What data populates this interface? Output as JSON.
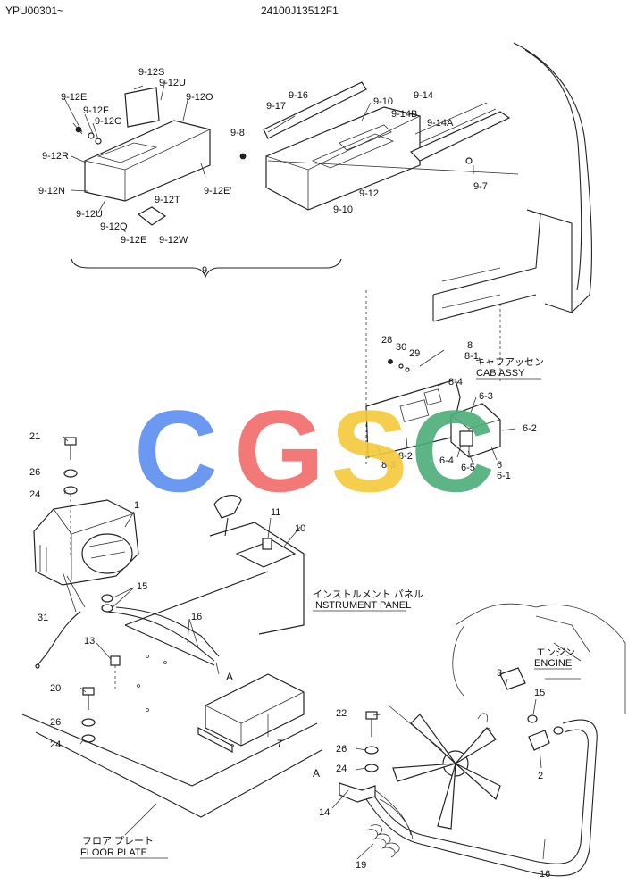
{
  "header": {
    "left": "YPU00301~",
    "center": "24100J13512F1"
  },
  "watermark": {
    "letters": [
      "C",
      "G",
      "S",
      "C"
    ],
    "colors": [
      "#5b8ef0",
      "#f26b6b",
      "#f5c93a",
      "#4cae7a"
    ]
  },
  "labels": {
    "p9_12S": "9-12S",
    "p9_12U_top": "9-12U",
    "p9_12O_top": "9-12O",
    "p9_12E_top": "9-12E",
    "p9_12F": "9-12F",
    "p9_12G": "9-12G",
    "p9_12R": "9-12R",
    "p9_12N": "9-12N",
    "p9_12U_bot": "9-12U",
    "p9_12Q": "9-12Q",
    "p9_12E_bot": "9-12E",
    "p9_12W": "9-12W",
    "p9_12T": "9-12T",
    "p9_12E_prime": "9-12E'",
    "p9": "9",
    "p9_16": "9-16",
    "p9_17": "9-17",
    "p9_8": "9-8",
    "p9_10_top": "9-10",
    "p9_14B": "9-14B",
    "p9_14": "9-14",
    "p9_14A": "9-14A",
    "p9_12": "9-12",
    "p9_10_bot": "9-10",
    "p9_7": "9-7",
    "p28": "28",
    "p30": "30",
    "p29": "29",
    "p8": "8",
    "p8_1": "8-1",
    "p8_4": "8-4",
    "p6_3": "6-3",
    "p6_2": "6-2",
    "p8_2": "8-2",
    "p8_3": "8-3",
    "p6_4": "6-4",
    "p6_5": "6-5",
    "p6": "6",
    "p6_1": "6-1",
    "cab_jp": "キャフアッセン",
    "cab_en": "CAB ASSY",
    "p21": "21",
    "p26_a": "26",
    "p24_a": "24",
    "p1": "1",
    "p11": "11",
    "p10": "10",
    "p15_a": "15",
    "p16_a": "16",
    "panel_jp": "インストルメント パネル",
    "panel_en": "INSTRUMENT PANEL",
    "p31": "31",
    "p13": "13",
    "A_top": "A",
    "p20": "20",
    "p26_b": "26",
    "p24_b": "24",
    "p7": "7",
    "engine_jp": "エンジン",
    "engine_en": "ENGINE",
    "p3": "3",
    "p15_b": "15",
    "p2": "2",
    "p22": "22",
    "p26_c": "26",
    "p24_c": "24",
    "A_bot": "A",
    "p14": "14",
    "p19": "19",
    "p16_b": "16",
    "floor_jp": "フロア プレート",
    "floor_en": "FLOOR PLATE"
  }
}
